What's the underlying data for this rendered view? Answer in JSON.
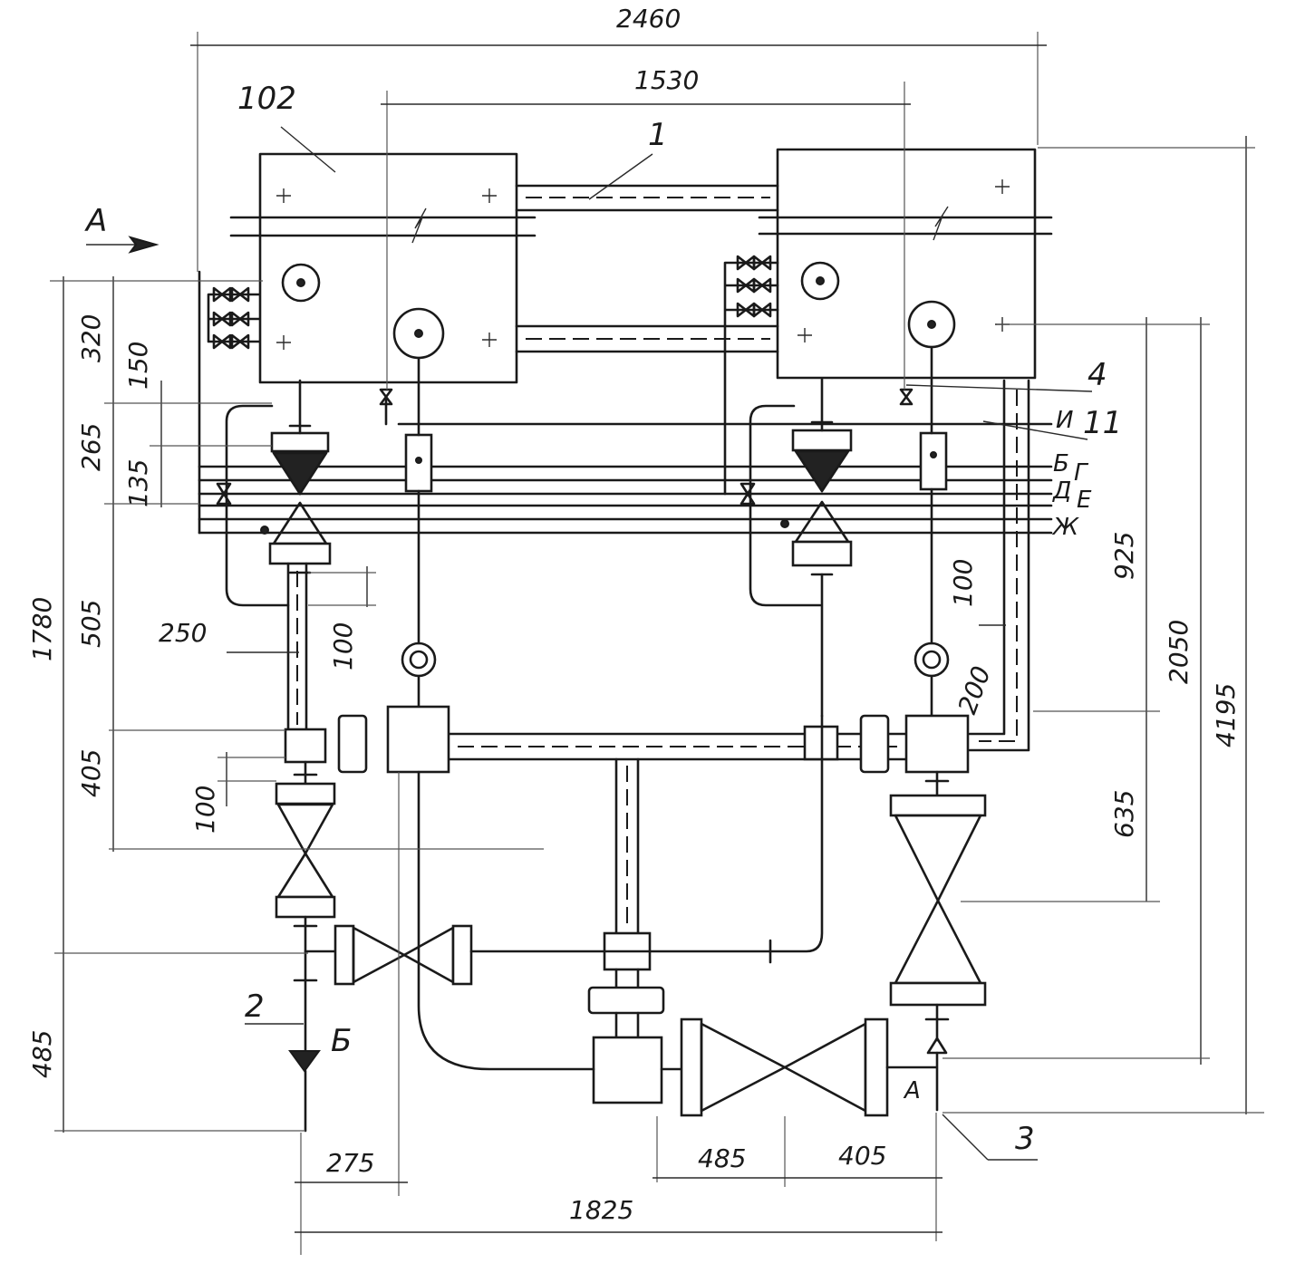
{
  "dimensions": {
    "top_overall": "2460",
    "top_inner": "1530",
    "left_320": "320",
    "left_150": "150",
    "left_265": "265",
    "left_135": "135",
    "left_1780": "1780",
    "left_505": "505",
    "left_250": "250",
    "left_100a": "100",
    "left_405": "405",
    "left_100b": "100",
    "left_485": "485",
    "right_925": "925",
    "right_100": "100",
    "right_200": "200",
    "right_2050": "2050",
    "right_4195": "4195",
    "right_635": "635",
    "bottom_275": "275",
    "bottom_485": "485",
    "bottom_405": "405",
    "bottom_1825": "1825"
  },
  "labels": {
    "unit_102": "102",
    "item_1": "1",
    "item_2": "2",
    "item_3": "3",
    "item_4": "4",
    "item_11": "11",
    "view_a": "А",
    "point_a": "А",
    "point_b": "Б"
  },
  "line_letters": [
    "И",
    "Б",
    "Г",
    "Д",
    "Е",
    "Ж"
  ]
}
